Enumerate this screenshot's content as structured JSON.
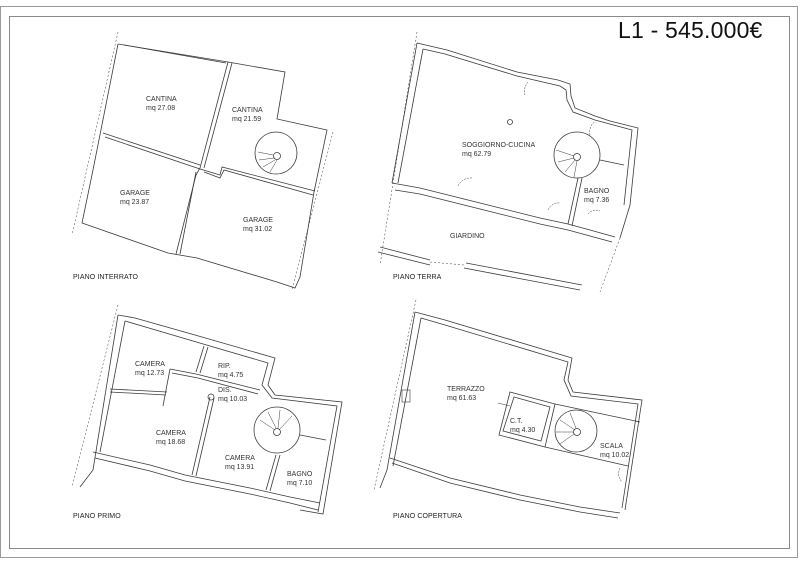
{
  "title": "L1 - 545.000€",
  "plans": {
    "interrato": {
      "floor_label": "PIANO INTERRATO",
      "rooms": [
        {
          "name": "CANTINA",
          "area": "mq 27.08"
        },
        {
          "name": "CANTINA",
          "area": "mq 21.59"
        },
        {
          "name": "GARAGE",
          "area": "mq 23.87"
        },
        {
          "name": "GARAGE",
          "area": "mq 31.02"
        }
      ]
    },
    "terra": {
      "floor_label": "PIANO TERRA",
      "rooms": [
        {
          "name": "SOGGIORNO-CUCINA",
          "area": "mq 62.79"
        },
        {
          "name": "BAGNO",
          "area": "mq 7.36"
        },
        {
          "name": "GIARDINO",
          "area": ""
        }
      ]
    },
    "primo": {
      "floor_label": "PIANO PRIMO",
      "rooms": [
        {
          "name": "CAMERA",
          "area": "mq 12.73"
        },
        {
          "name": "RIP.",
          "area": "mq 4.75"
        },
        {
          "name": "DIS.",
          "area": "mq 10.03"
        },
        {
          "name": "CAMERA",
          "area": "mq 18.68"
        },
        {
          "name": "CAMERA",
          "area": "mq 13.91"
        },
        {
          "name": "BAGNO",
          "area": "mq 7.10"
        }
      ]
    },
    "copertura": {
      "floor_label": "PIANO COPERTURA",
      "rooms": [
        {
          "name": "TERRAZZO",
          "area": "mq 61.63"
        },
        {
          "name": "C.T.",
          "area": "mq 4.30"
        },
        {
          "name": "SCALA",
          "area": "mq 10.02"
        }
      ]
    }
  },
  "colors": {
    "line": "#3a3a3a",
    "frame": "#8a8a8a",
    "background": "#ffffff"
  }
}
